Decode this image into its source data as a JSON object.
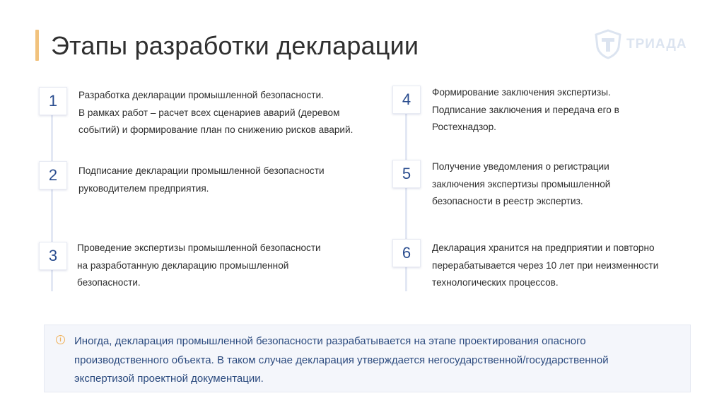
{
  "title": "Этапы разработки декларации",
  "logo": {
    "text": "ТРИАДА"
  },
  "colors": {
    "accent_bar": "#f1c27d",
    "number": "#2a4d8f",
    "note_text": "#2b4a7e",
    "note_icon": "#f0b15a"
  },
  "steps": [
    {
      "number": "1",
      "lines": [
        "Разработка декларации промышленной безопасности.",
        "В рамках работ – расчет всех сценариев аварий (деревом",
        "событий) и формирование план по снижению рисков аварий."
      ]
    },
    {
      "number": "2",
      "lines": [
        "Подписание декларации промышленной безопасности",
        "руководителем предприятия."
      ]
    },
    {
      "number": "3",
      "lines": [
        "Проведение экспертизы промышленной безопасности",
        "на разработанную декларацию промышленной",
        "безопасности."
      ]
    },
    {
      "number": "4",
      "lines": [
        "Формирование заключения экспертизы.",
        "Подписание заключения и передача его в",
        "Ростехнадзор."
      ]
    },
    {
      "number": "5",
      "lines": [
        "Получение уведомления о регистрации",
        "заключения экспертизы промышленной",
        "безопасности в реестр экспертиз."
      ]
    },
    {
      "number": "6",
      "lines": [
        "Декларация хранится на предприятии и повторно",
        "перерабатывается через 10 лет при неизменности",
        "технологических процессов."
      ]
    }
  ],
  "note": {
    "icon": "info-icon",
    "lines": [
      "Иногда, декларация промышленной безопасности разрабатывается на этапе проектирования опасного",
      "производственного объекта. В таком случае декларация утверждается негосударственной/государственной",
      "экспертизой проектной документации."
    ]
  }
}
